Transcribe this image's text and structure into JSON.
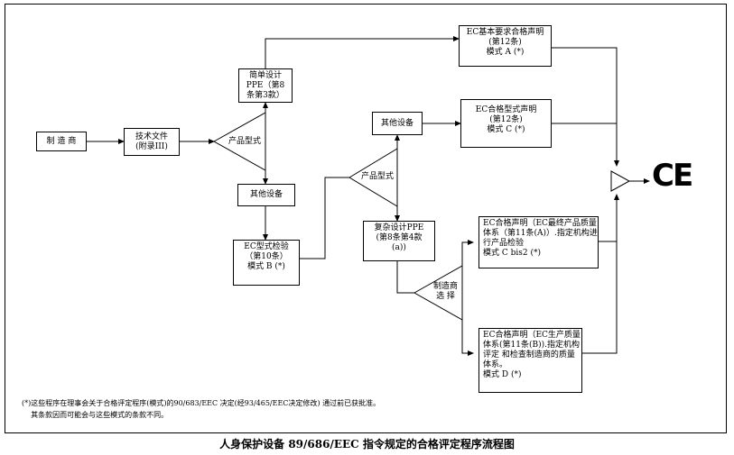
{
  "boxes": {
    "manufacturer": "制 造 商",
    "tech_file": [
      "技术文件",
      "(附录III)"
    ],
    "simple_ppe": [
      "简单设计",
      "PPE（第8",
      "条第3款）"
    ],
    "other_eq_1": "其他设备",
    "ec_type_exam": [
      "EC型式检验",
      "（第10条）",
      "模式 B (*)"
    ],
    "ec_basic": [
      "EC基本要求合格声明",
      "(第12条)",
      "模式 A (*)"
    ],
    "other_eq_2": "其他设备",
    "ec_conformity_c": [
      "EC合格型式声明",
      "(第12条)",
      "模式 C (*)"
    ],
    "complex_ppe": [
      "复杂设计PPE",
      "(第8条第4款",
      "(a))"
    ],
    "ec_c_bis2": [
      "EC合格声明（EC最终产品质量",
      "体系（第11条(A)）.指定机构进",
      "行产品检验",
      "模式 C  bis2 (*)"
    ],
    "ec_d": [
      "EC合格声明（EC生产质量",
      "体系(第11条(B)).指定机构",
      "评定 和检查制造商的质量",
      "体系。",
      "模式 D (*)"
    ]
  },
  "triangles": {
    "product_type_1": "产品型式",
    "product_type_2": "产品型式",
    "manufacturer_choice": [
      "制造商",
      "选  择"
    ]
  },
  "ce_mark": "CE",
  "footnote": [
    "(*)这些程序在理事会关于合格评定程序(模式)的90/683/EEC 决定(经93/465/EEC决定修改) 通过前已获批准。",
    "    其条款因而可能会与这些模式的条款不同。"
  ],
  "caption": "人身保护设备 89/686/EEC 指令规定的合格评定程序流程图"
}
